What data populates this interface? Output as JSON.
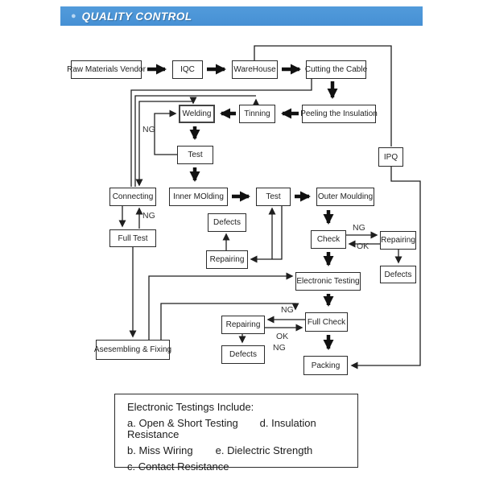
{
  "header": {
    "bullet": "●",
    "title": "QUALITY CONTROL"
  },
  "nodes": {
    "raw_materials_vendor": "Raw Materials Vendor",
    "iqc": "IQC",
    "warehouse": "WareHouse",
    "cutting_the_cable": "Cutting the Cable",
    "welding": "Welding",
    "tinning": "Tinning",
    "peeling_the_insulation": "Peeling the Insulation",
    "test_1": "Test",
    "ipq": "IPQ",
    "connecting": "Connecting",
    "inner_molding": "Inner MOlding",
    "test_2": "Test",
    "outer_moulding": "Outer Moulding",
    "defects_mid": "Defects",
    "full_test": "Full Test",
    "repairing_mid": "Repairing",
    "check": "Check",
    "repairing_right": "Repairing",
    "defects_right": "Defects",
    "electronic_testing": "Electronic Testing",
    "repairing_bottom": "Repairing",
    "full_check": "Full Check",
    "defects_bottom": "Defects",
    "packing": "Packing",
    "assembling_fixing": "Asesembling & Fixing"
  },
  "flow_labels": {
    "ng_weld_loop": "NG",
    "ng_full_test": "NG",
    "ng_check": "NG",
    "ok_check": "OK",
    "ng_full_check": "NG",
    "ok_full_check": "OK",
    "ng_defects_bottom": "NG"
  },
  "legend": {
    "title": "Electronic Testings Include:",
    "item_a": "a. Open & Short Testing",
    "item_d": "d. Insulation Resistance",
    "item_b": "b. Miss Wiring",
    "item_e": "e. Dielectric Strength",
    "item_c": "c. Contact Resistance"
  },
  "colors": {
    "header_bar": "#4a96d8",
    "header_text": "#ffffff",
    "line": "#1f1f1f"
  }
}
